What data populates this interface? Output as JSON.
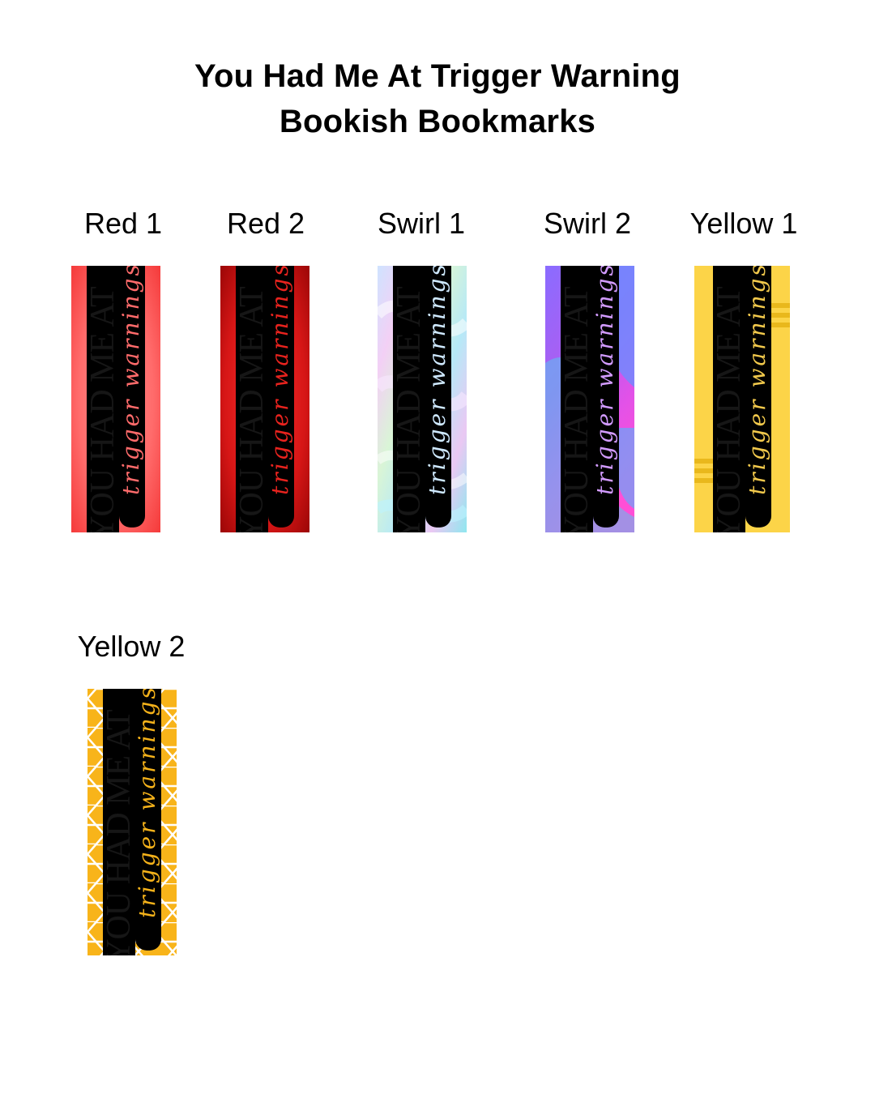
{
  "header": {
    "title_line1": "You Had Me At Trigger Warning",
    "title_line2": "Bookish Bookmarks"
  },
  "bookmark_text": {
    "main": "YOU HAD ME AT",
    "script": "trigger warnings"
  },
  "bookmarks": [
    {
      "label": "Red 1",
      "script_color": "#ff6b6b"
    },
    {
      "label": "Red 2",
      "script_color": "#e8231e"
    },
    {
      "label": "Swirl 1",
      "script_color": "#cfe9ff"
    },
    {
      "label": "Swirl 2",
      "script_color": "#d29bff"
    },
    {
      "label": "Yellow 1",
      "script_color": "#f2c94c"
    },
    {
      "label": "Yellow 2",
      "script_color": "#f5b21a"
    }
  ]
}
